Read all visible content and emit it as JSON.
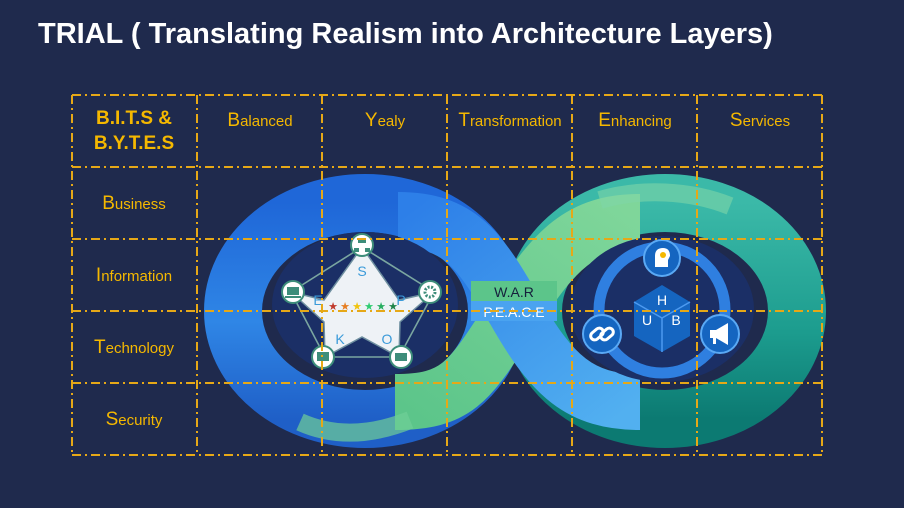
{
  "title": "TRIAL ( Translating Realism into Architecture Layers)",
  "table": {
    "corner": [
      "B.I.T.S &",
      "B.Y.T.E.S"
    ],
    "columns": [
      {
        "cap": "B",
        "rest": "alanced"
      },
      {
        "cap": "Y",
        "rest": "ealy"
      },
      {
        "cap": "T",
        "rest": "ransformation"
      },
      {
        "cap": "E",
        "rest": "nhancing"
      },
      {
        "cap": "S",
        "rest": "ervices"
      }
    ],
    "rows": [
      {
        "cap": "B",
        "rest": "usiness"
      },
      {
        "cap": "I",
        "rest": "nformation"
      },
      {
        "cap": "T",
        "rest": "echnology"
      },
      {
        "cap": "S",
        "rest": "ecurity"
      }
    ]
  },
  "star": {
    "letters": [
      "S",
      "P",
      "O",
      "K",
      "E"
    ],
    "star_colors": [
      "#c0392b",
      "#e67e22",
      "#f1c40f",
      "#2ecc71",
      "#27ae60",
      "#1e8449"
    ],
    "icons": [
      "org-icon",
      "gear-icon",
      "briefcase-icon",
      "toolbox-icon",
      "laptop-icon"
    ]
  },
  "center": {
    "line1": "W.A.R",
    "line2": "P.E.A.C.E"
  },
  "hub": {
    "letters": [
      "H",
      "U",
      "B"
    ],
    "icons": [
      "idea-head-icon",
      "link-icon",
      "megaphone-icon"
    ]
  },
  "colors": {
    "background": "#1f2a4d",
    "accent": "#f5b800",
    "loop_blue": "#2e7de0",
    "loop_green": "#5cc58a",
    "loop_teal": "#1f9d8f",
    "hub_blue": "#1565c0"
  }
}
